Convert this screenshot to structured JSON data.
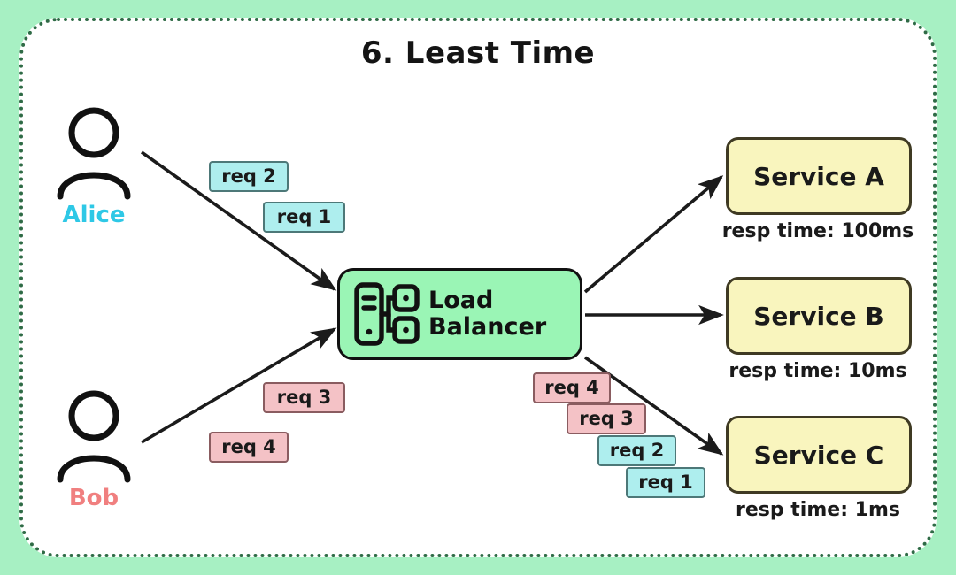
{
  "diagram": {
    "title": "6. Least Time",
    "background_color": "#a7f0c3",
    "panel_color": "#ffffff",
    "border_color": "#2f6b46"
  },
  "users": [
    {
      "name": "Alice",
      "color": "#2ec8e6",
      "icon": "user-icon"
    },
    {
      "name": "Bob",
      "color": "#f07f7f",
      "icon": "user-icon"
    }
  ],
  "inbound_requests": [
    {
      "label": "req 2",
      "owner": "Alice",
      "color": "cyan"
    },
    {
      "label": "req 1",
      "owner": "Alice",
      "color": "cyan"
    },
    {
      "label": "req 3",
      "owner": "Bob",
      "color": "pink"
    },
    {
      "label": "req 4",
      "owner": "Bob",
      "color": "pink"
    }
  ],
  "load_balancer": {
    "line1": "Load",
    "line2": "Balancer",
    "icon": "server-network-icon",
    "color": "#9af5b5"
  },
  "queue": {
    "target": "Service C",
    "items": [
      {
        "label": "req 4",
        "color": "pink"
      },
      {
        "label": "req 3",
        "color": "pink"
      },
      {
        "label": "req 2",
        "color": "cyan"
      },
      {
        "label": "req 1",
        "color": "cyan"
      }
    ]
  },
  "services": [
    {
      "name": "Service A",
      "resp": "resp time: 100ms",
      "color": "#f9f5be"
    },
    {
      "name": "Service B",
      "resp": "resp time: 10ms",
      "color": "#f9f5be"
    },
    {
      "name": "Service C",
      "resp": "resp time: 1ms",
      "color": "#f9f5be"
    }
  ]
}
